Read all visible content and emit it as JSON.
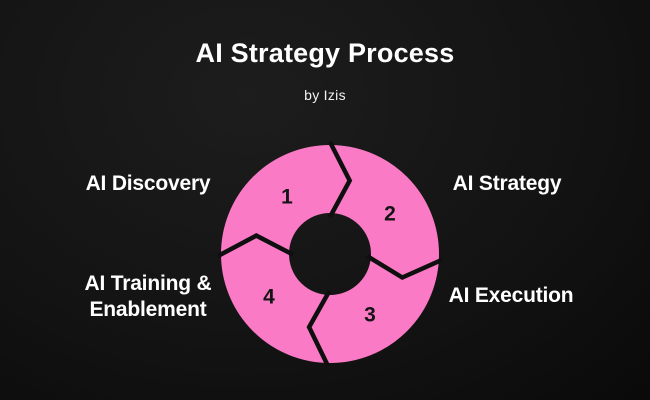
{
  "header": {
    "title": "AI Strategy Process",
    "subtitle": "by Izis"
  },
  "diagram": {
    "type": "circular-process-cycle",
    "segment_count": 4,
    "flow_direction": "clockwise",
    "accent_color": "#fa7ac6",
    "divider_color": "#0f0f0f",
    "number_color": "#141414",
    "label_color": "#ffffff",
    "background_color": "#0e0e0e",
    "steps": [
      {
        "number": "1",
        "label": "AI Discovery",
        "position": "top-left"
      },
      {
        "number": "2",
        "label": "AI Strategy",
        "position": "top-right"
      },
      {
        "number": "3",
        "label": "AI Execution",
        "position": "bottom-right"
      },
      {
        "number": "4",
        "label": "AI Training & Enablement",
        "position": "bottom-left"
      }
    ]
  }
}
